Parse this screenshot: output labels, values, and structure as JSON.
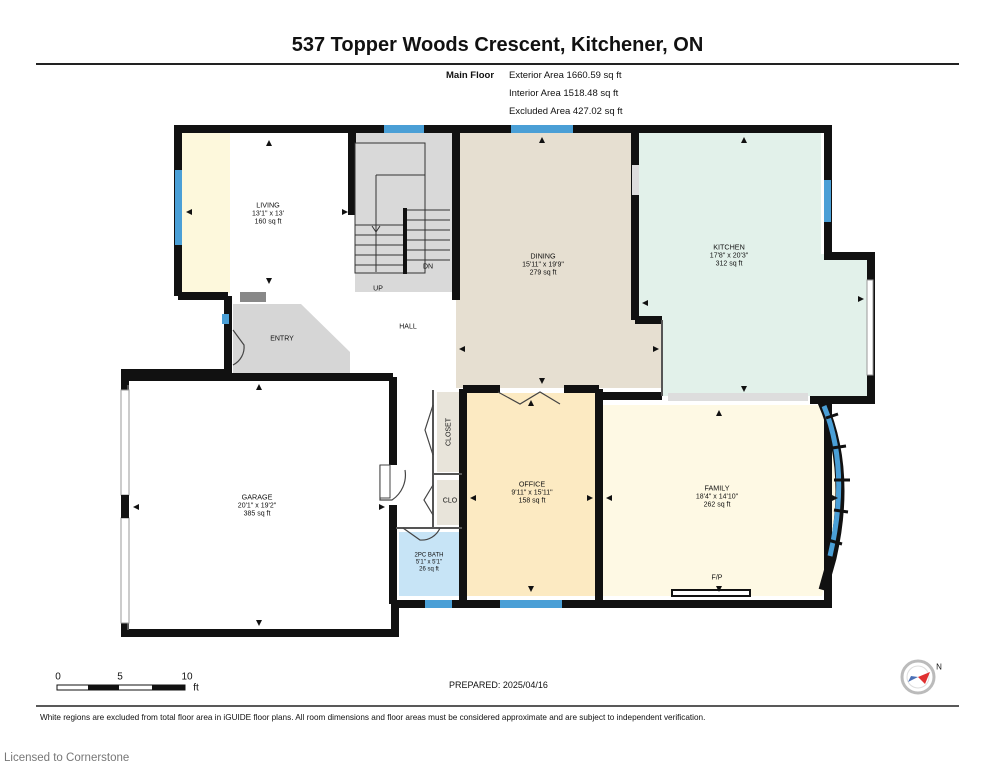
{
  "title": "537 Topper Woods Crescent, Kitchener, ON",
  "floor": {
    "name": "Main Floor",
    "exterior_area": "Exterior Area 1660.59 sq ft",
    "interior_area": "Interior Area 1518.48 sq ft",
    "excluded_area": "Excluded Area 427.02 sq ft"
  },
  "rooms": {
    "living": {
      "name": "LIVING",
      "dims": "13'1\" x 13'",
      "area": "160 sq ft",
      "color": "#FDF8DC"
    },
    "dining": {
      "name": "DINING",
      "dims": "15'11\" x 19'9\"",
      "area": "279 sq ft",
      "color": "#E6DFD1"
    },
    "kitchen": {
      "name": "KITCHEN",
      "dims": "17'8\" x 20'3\"",
      "area": "312 sq ft",
      "color": "#E2F1EA"
    },
    "garage": {
      "name": "GARAGE",
      "dims": "20'1\" x 19'2\"",
      "area": "385 sq ft",
      "color": "#FFFFFF"
    },
    "office": {
      "name": "OFFICE",
      "dims": "9'11\" x 15'11\"",
      "area": "158 sq ft",
      "color": "#FCEAC2"
    },
    "family": {
      "name": "FAMILY",
      "dims": "18'4\" x 14'10\"",
      "area": "262 sq ft",
      "color": "#FEF9E4"
    },
    "bath": {
      "name": "2PC BATH",
      "dims": "5'1\" x 5'1\"",
      "area": "26 sq ft",
      "color": "#C7E4F6"
    }
  },
  "labels": {
    "hall": "HALL",
    "entry": "ENTRY",
    "closet": "CLOSET",
    "clo": "CLO",
    "up": "UP",
    "dn": "DN",
    "fp": "F/P"
  },
  "scale": {
    "ticks": [
      "0",
      "5",
      "10"
    ],
    "unit": "ft"
  },
  "prepared": "PREPARED: 2025/04/16",
  "compass": {
    "label": "N"
  },
  "footnote": "White regions are excluded from total floor area in iGUIDE floor plans. All room dimensions and floor areas must be considered approximate and are subject to independent verification.",
  "watermark": "Licensed to Cornerstone",
  "colors": {
    "wall": "#111111",
    "window": "#4A9FD6",
    "hall": "#FFFFFF",
    "stairs": "#D9D9D9",
    "entry": "#D6D6D6"
  }
}
